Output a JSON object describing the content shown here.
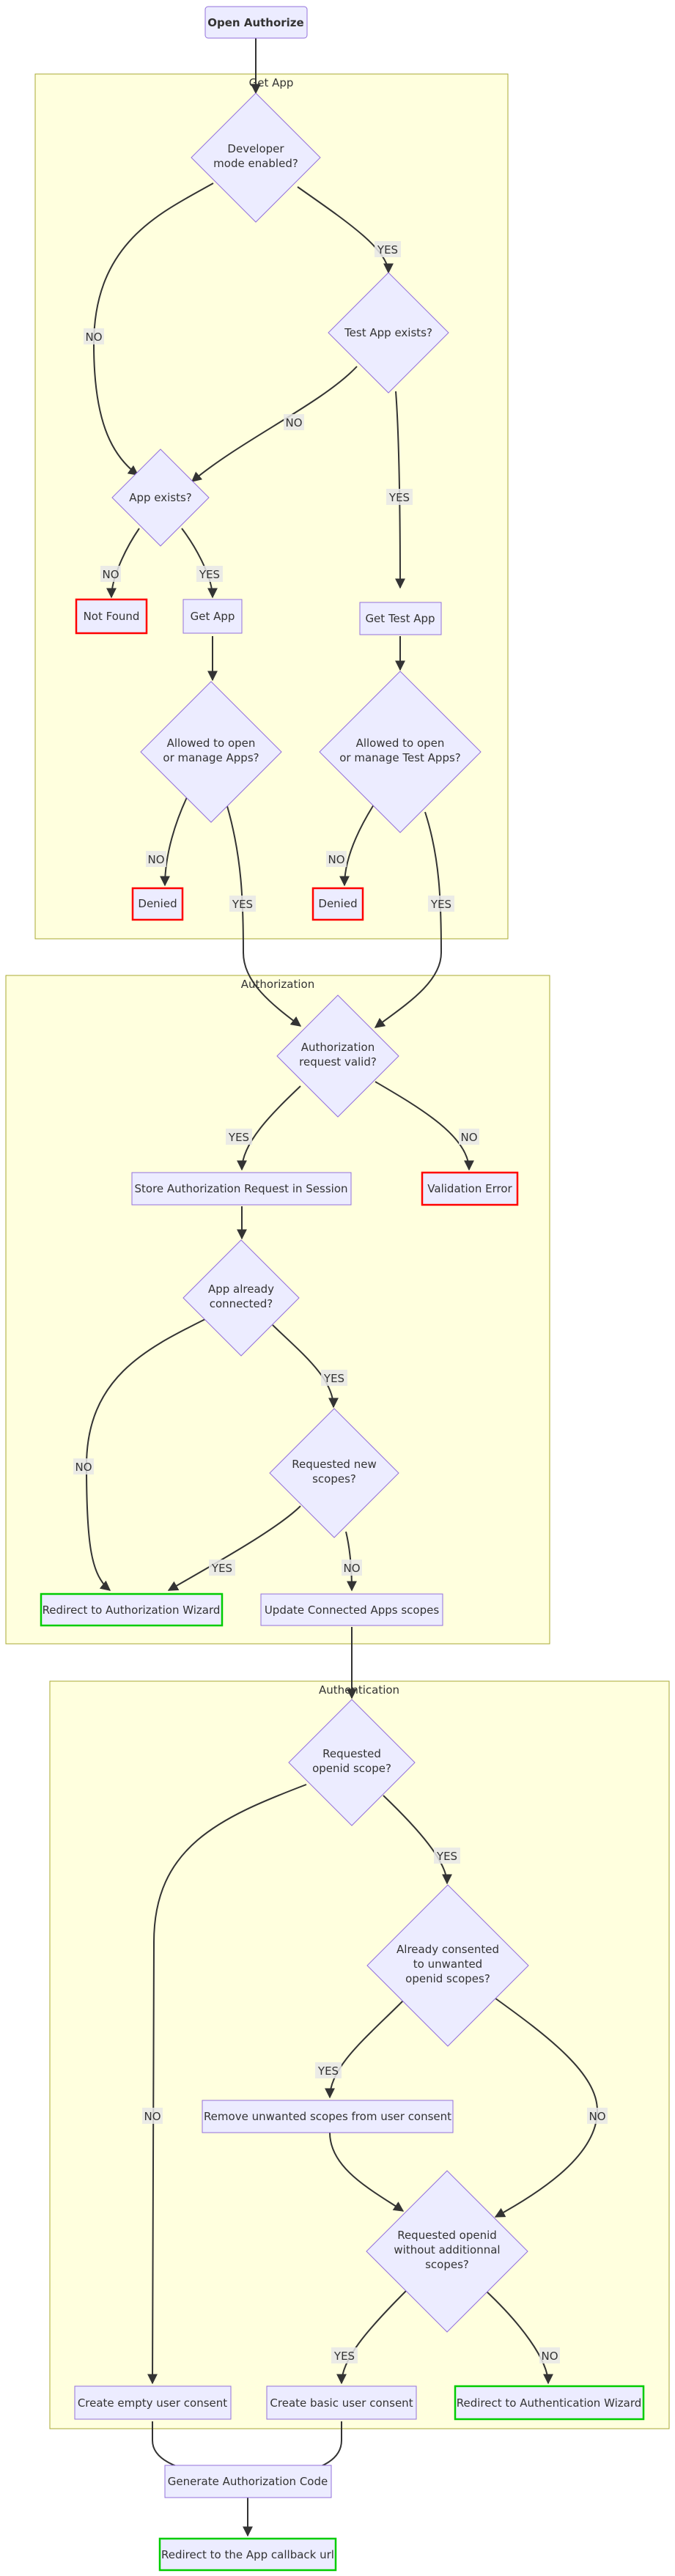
{
  "clusters": {
    "get_app": "Get App",
    "authorization": "Authorization",
    "authentication": "Authentication"
  },
  "nodes": {
    "open_authorize": "Open Authorize",
    "developer_mode": [
      "Developer",
      "mode enabled?"
    ],
    "test_app_exists": [
      "Test App exists?"
    ],
    "app_exists": [
      "App exists?"
    ],
    "not_found": "Not Found",
    "get_app": "Get App",
    "get_test_app": "Get Test App",
    "allowed_apps": [
      "Allowed to open",
      "or manage Apps?"
    ],
    "allowed_test_apps": [
      "Allowed to open",
      "or manage Test Apps?"
    ],
    "denied_1": "Denied",
    "denied_2": "Denied",
    "auth_request_valid": [
      "Authorization",
      "request valid?"
    ],
    "store_auth_request": "Store Authorization Request in Session",
    "validation_error": "Validation Error",
    "app_already_connected": [
      "App already",
      "connected?"
    ],
    "requested_new_scopes": [
      "Requested new",
      "scopes?"
    ],
    "redirect_auth_wizard": "Redirect to Authorization Wizard",
    "update_connected_scopes": "Update Connected Apps scopes",
    "requested_openid": [
      "Requested",
      "openid scope?"
    ],
    "already_consented": [
      "Already consented",
      "to unwanted",
      "openid scopes?"
    ],
    "remove_unwanted_scopes": "Remove unwanted scopes from user consent",
    "requested_openid_no_additional": [
      "Requested openid",
      "without additionnal",
      "scopes?"
    ],
    "create_empty_consent": "Create empty user consent",
    "create_basic_consent": "Create basic user consent",
    "redirect_authn_wizard": "Redirect to Authentication Wizard",
    "generate_auth_code": "Generate Authorization Code",
    "redirect_callback": "Redirect to the App callback url"
  },
  "edge_labels": {
    "yes": "YES",
    "no": "NO"
  },
  "colors": {
    "node_fill": "#ececff",
    "node_stroke": "#9370db",
    "cluster_fill": "#ffffde",
    "cluster_stroke": "#aaaa33",
    "error_stroke": "#ff0000",
    "success_stroke": "#00cc00",
    "edge": "#333333"
  }
}
